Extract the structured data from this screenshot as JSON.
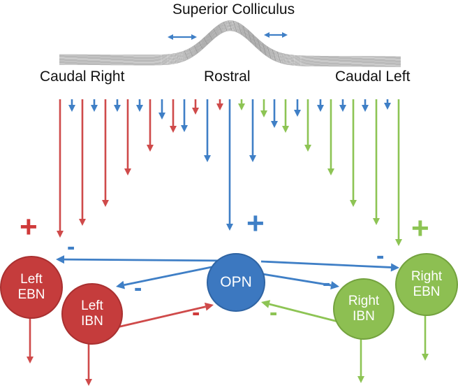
{
  "title": "Superior Colliculus",
  "labels": {
    "caudal_right": "Caudal Right",
    "rostral": "Rostral",
    "caudal_left": "Caudal Left"
  },
  "nodes": {
    "left_ebn": {
      "line1": "Left",
      "line2": "EBN"
    },
    "left_ibn": {
      "line1": "Left",
      "line2": "IBN"
    },
    "opn": {
      "line1": "OPN"
    },
    "right_ibn": {
      "line1": "Right",
      "line2": "IBN"
    },
    "right_ebn": {
      "line1": "Right",
      "line2": "EBN"
    }
  },
  "signs": {
    "plus": "+",
    "minus": "-"
  },
  "colors": {
    "red": "#cf4a4a",
    "red_node": "#c53c3c",
    "blue": "#3f7fc6",
    "blue_node": "#3c78c0",
    "green": "#8dc454",
    "green_node": "#8dbf52",
    "mesh": "#8a8a8a"
  }
}
